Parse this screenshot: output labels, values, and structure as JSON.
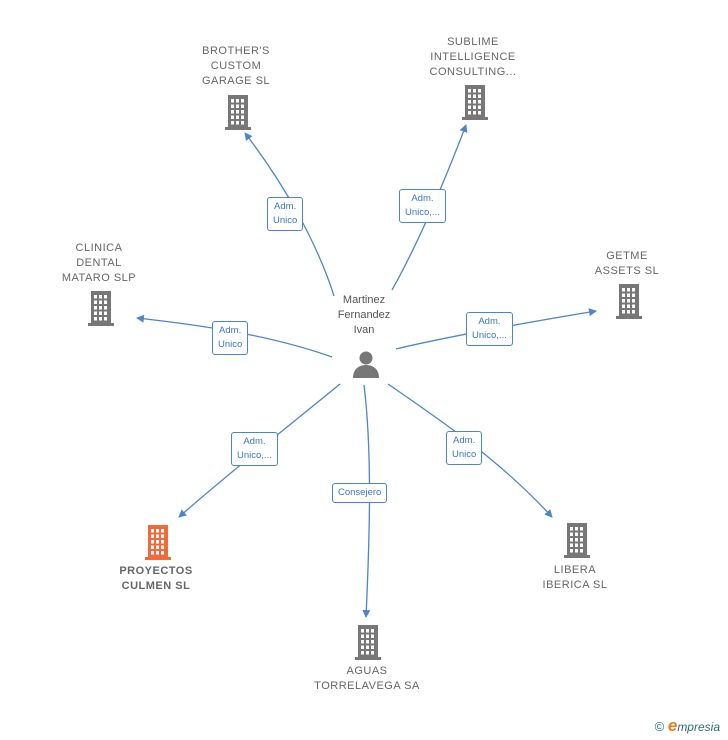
{
  "center": {
    "name": "Martinez\nFernandez\nIvan",
    "icon": "person-icon"
  },
  "companies": [
    {
      "id": "brothers",
      "name": "BROTHER'S\nCUSTOM\nGARAGE  SL",
      "icon": "building-icon",
      "color": "#777777",
      "relation": "Adm.\nUnico"
    },
    {
      "id": "sublime",
      "name": "SUBLIME\nINTELLIGENCE\nCONSULTING...",
      "icon": "building-icon",
      "color": "#777777",
      "relation": "Adm.\nUnico,..."
    },
    {
      "id": "clinica",
      "name": "CLINICA\nDENTAL\nMATARO  SLP",
      "icon": "building-icon",
      "color": "#777777",
      "relation": "Adm.\nUnico"
    },
    {
      "id": "getme",
      "name": "GETME\nASSETS  SL",
      "icon": "building-icon",
      "color": "#777777",
      "relation": "Adm.\nUnico,..."
    },
    {
      "id": "proyectos",
      "name": "PROYECTOS\nCULMEN  SL",
      "icon": "building-icon",
      "color": "#f26a3a",
      "relation": "Adm.\nUnico,..."
    },
    {
      "id": "libera",
      "name": "LIBERA\nIBERICA  SL",
      "icon": "building-icon",
      "color": "#777777",
      "relation": "Adm.\nUnico"
    },
    {
      "id": "aguas",
      "name": "AGUAS\nTORRELAVEGA SA",
      "icon": "building-icon",
      "color": "#777777",
      "relation": "Consejero"
    }
  ],
  "colors": {
    "edge": "#4a86c8",
    "building": "#777777",
    "highlight": "#f26a3a",
    "person": "#777777"
  },
  "footer": {
    "copyright": "©",
    "brand_initial": "e",
    "brand_rest": "mpresia"
  }
}
